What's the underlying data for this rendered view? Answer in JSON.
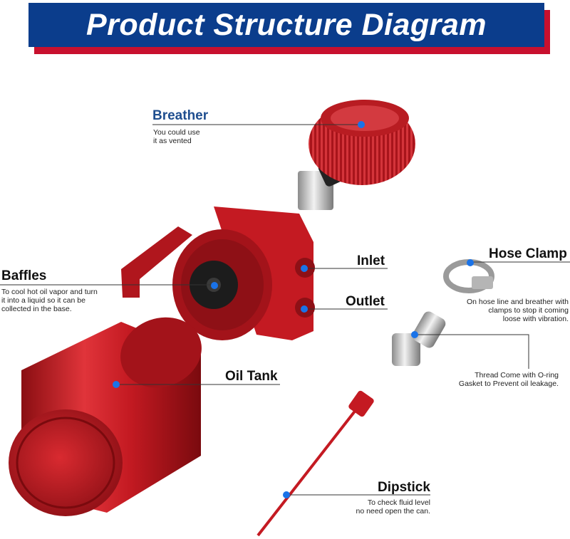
{
  "banner": {
    "title": "Product Structure Diagram"
  },
  "colors": {
    "banner_blue": "#0b3d8c",
    "banner_red": "#c8102e",
    "part_red": "#c41a22",
    "dot_blue": "#1a73e8",
    "breather_label": "#1f4e8f"
  },
  "callouts": {
    "breather": {
      "label": "Breather",
      "desc": [
        "You could use",
        "it as vented"
      ]
    },
    "baffles": {
      "label": "Baffles",
      "desc": [
        "To cool hot oil vapor and turn",
        "it into a liquid so it can be",
        "collected in the base."
      ]
    },
    "inlet": {
      "label": "Inlet"
    },
    "outlet": {
      "label": "Outlet"
    },
    "hose_clamp": {
      "label": "Hose Clamp",
      "desc": [
        "On hose line and breather with",
        "clamps to stop it coming",
        "loose with vibration."
      ]
    },
    "fitting": {
      "desc": [
        "Thread Come with O-ring",
        "Gasket to Prevent oil leakage."
      ]
    },
    "oil_tank": {
      "label": "Oil Tank"
    },
    "dipstick": {
      "label": "Dipstick",
      "desc": [
        "To check fluid level",
        "no need open the can."
      ]
    }
  }
}
